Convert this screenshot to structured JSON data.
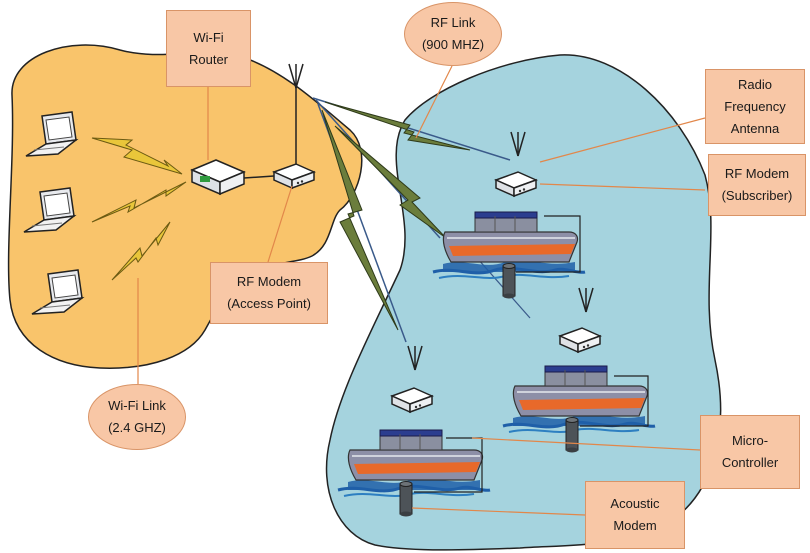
{
  "diagram": {
    "labels": {
      "wifi_router": [
        "Wi-Fi",
        "Router"
      ],
      "rf_link": [
        "RF Link",
        "(900 MHZ)"
      ],
      "radio_antenna": [
        "Radio",
        "Frequency",
        "Antenna"
      ],
      "rf_modem_subscriber": [
        "RF Modem",
        "(Subscriber)"
      ],
      "rf_modem_access_point": [
        "RF Modem",
        "(Access Point)"
      ],
      "wifi_link": [
        "Wi-Fi Link",
        "(2.4 GHZ)"
      ],
      "micro_controller": [
        "Micro-",
        "Controller"
      ],
      "acoustic_modem": [
        "Acoustic",
        "Modem"
      ]
    },
    "colors": {
      "land": "#f9c46b",
      "water": "#a5d3de",
      "callout_fill": "#f8c7a6",
      "callout_border": "#d99467",
      "wifi_bolt": "#e9c63a",
      "rf_bolt": "#6b7d3c"
    }
  }
}
